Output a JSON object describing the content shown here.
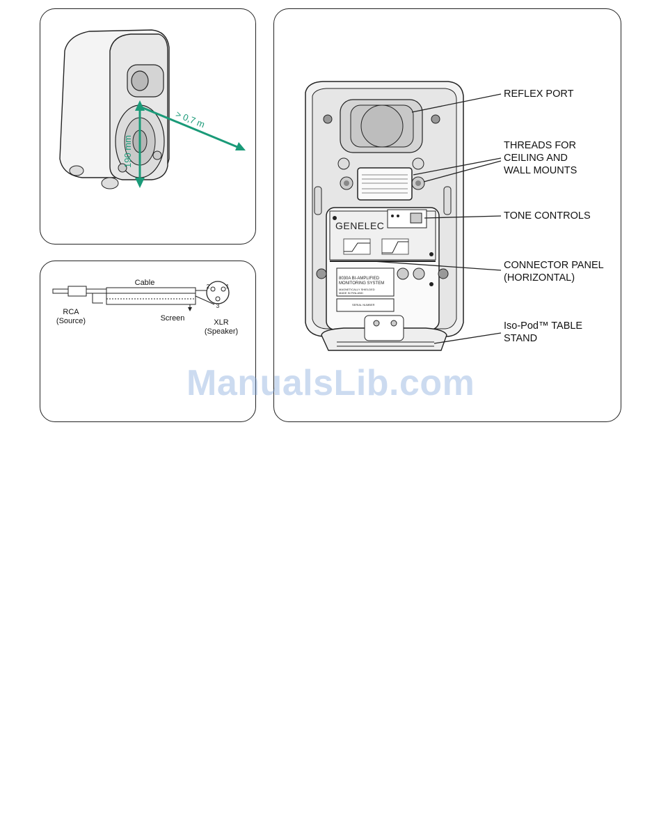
{
  "speaker_panel": {
    "distance_label": "> 0,7 m",
    "height_label": "190 mm",
    "accent_color": "#1a9a78"
  },
  "cable_panel": {
    "cable_label": "Cable",
    "rca_label": "RCA",
    "rca_sub": "(Source)",
    "screen_label": "Screen",
    "xlr_label": "XLR",
    "xlr_sub": "(Speaker)",
    "pin1": "1",
    "pin2": "2",
    "pin3": "3"
  },
  "rear_panel": {
    "brand": "GENELEC",
    "callouts": {
      "reflex_port": "REFLEX PORT",
      "threads_1": "THREADS FOR",
      "threads_2": "CEILING AND",
      "threads_3": "WALL MOUNTS",
      "tone_controls": "TONE CONTROLS",
      "connector_1": "CONNECTOR PANEL",
      "connector_2": "(HORIZONTAL)",
      "isopod_1": "Iso-Pod™ TABLE",
      "isopod_2": "STAND"
    },
    "label_model": "8030A BI-AMPLIFIED",
    "label_system": "MONITORING SYSTEM",
    "label_shielded": "MAGNETICALLY SHIELDED",
    "label_made": "MADE IN FINLAND",
    "label_serial": "SERIAL NUMBER"
  },
  "watermark": "ManualsLib.com"
}
